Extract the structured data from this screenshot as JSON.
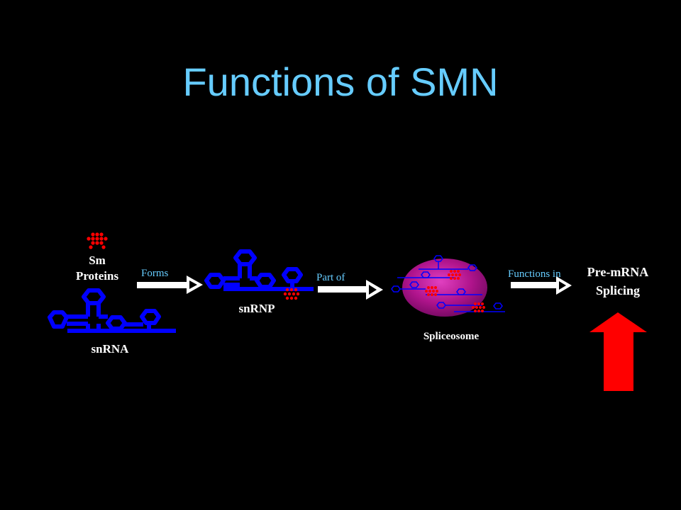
{
  "slide": {
    "title": "Functions of SMN"
  },
  "diagram": {
    "sm_proteins_line1": "Sm",
    "sm_proteins_line2": "Proteins",
    "snrna_label": "snRNA",
    "snrnp_label": "snRNP",
    "spliceosome_label": "Spliceosome",
    "result_line1": "Pre-mRNA",
    "result_line2": "Splicing",
    "arrow1_label": "Forms",
    "arrow2_label": "Part of",
    "arrow3_label": "Functions in"
  },
  "colors": {
    "background": "#000000",
    "title": "#66ccff",
    "rna": "#0000ff",
    "protein": "#ff0000",
    "spliceosome": "#b0148c",
    "arrow_label": "#66ccff",
    "up_arrow": "#ff0000"
  }
}
